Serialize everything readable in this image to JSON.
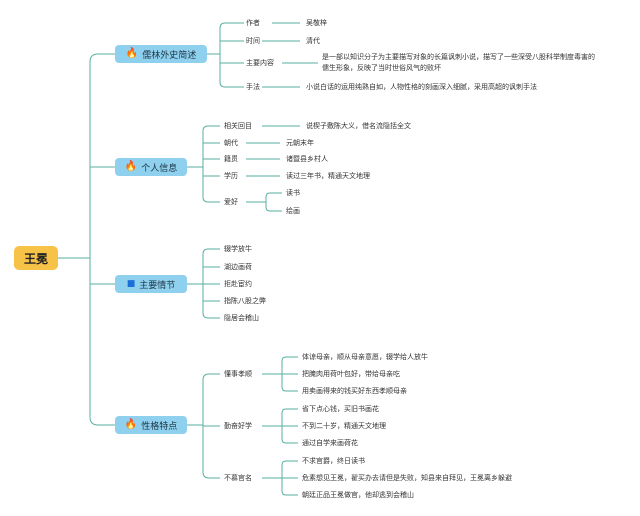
{
  "root": "王冕",
  "colors": {
    "line": "#5aaea0",
    "branch": "#8ed0ee",
    "root": "#f7c248"
  },
  "branches": [
    {
      "label": "儒林外史简述",
      "icon": "fire-icon",
      "items": [
        {
          "label": "作者",
          "detail": "吴敬梓"
        },
        {
          "label": "时间",
          "detail": "清代"
        },
        {
          "label": "主要内容",
          "detail": "是一部以知识分子为主要描写对象的长篇讽刺小说，描写了一些深受八股科举制度毒害的儒生形象，反映了当时世俗风气的败坏"
        },
        {
          "label": "手法",
          "detail": "小说白话的运用纯熟自如，人物性格的刻画深入细腻，采用高超的讽刺手法"
        }
      ]
    },
    {
      "label": "个人信息",
      "icon": "fire-icon",
      "items": [
        {
          "label": "相关回目",
          "detail": "说楔子敷陈大义，借名流隐括全文"
        },
        {
          "label": "朝代",
          "detail": "元朝末年"
        },
        {
          "label": "籍贯",
          "detail": "诸暨县乡村人"
        },
        {
          "label": "学历",
          "detail": "读过三年书，精通天文地理"
        },
        {
          "label": "爱好",
          "subs": [
            "读书",
            "绘画"
          ]
        }
      ]
    },
    {
      "label": "主要情节",
      "icon": "flag-icon",
      "items": [
        {
          "label": "辍学放牛"
        },
        {
          "label": "湖边画荷"
        },
        {
          "label": "拒赴宦约"
        },
        {
          "label": "指陈八股之弊"
        },
        {
          "label": "隐居会稽山"
        }
      ]
    },
    {
      "label": "性格特点",
      "icon": "fire-icon",
      "items": [
        {
          "label": "懂事孝顺",
          "subs": [
            "体谅母亲，顺从母亲意愿，辍学给人放牛",
            "把腌肉用荷叶包好，带给母亲吃",
            "用卖画得来的钱买好东西孝顺母亲"
          ]
        },
        {
          "label": "勤奋好学",
          "subs": [
            "省下点心钱，买旧书画花",
            "不到二十岁，精通天文地理",
            "通过自学来画荷花"
          ]
        },
        {
          "label": "不慕官名",
          "subs": [
            "不求官爵，终日读书",
            "危素想见王冕，翟买办去请但是失败，知县来自拜见，王冕离乡躲避",
            "朝廷正品王冕做官，他却逃到会稽山"
          ]
        }
      ]
    }
  ]
}
